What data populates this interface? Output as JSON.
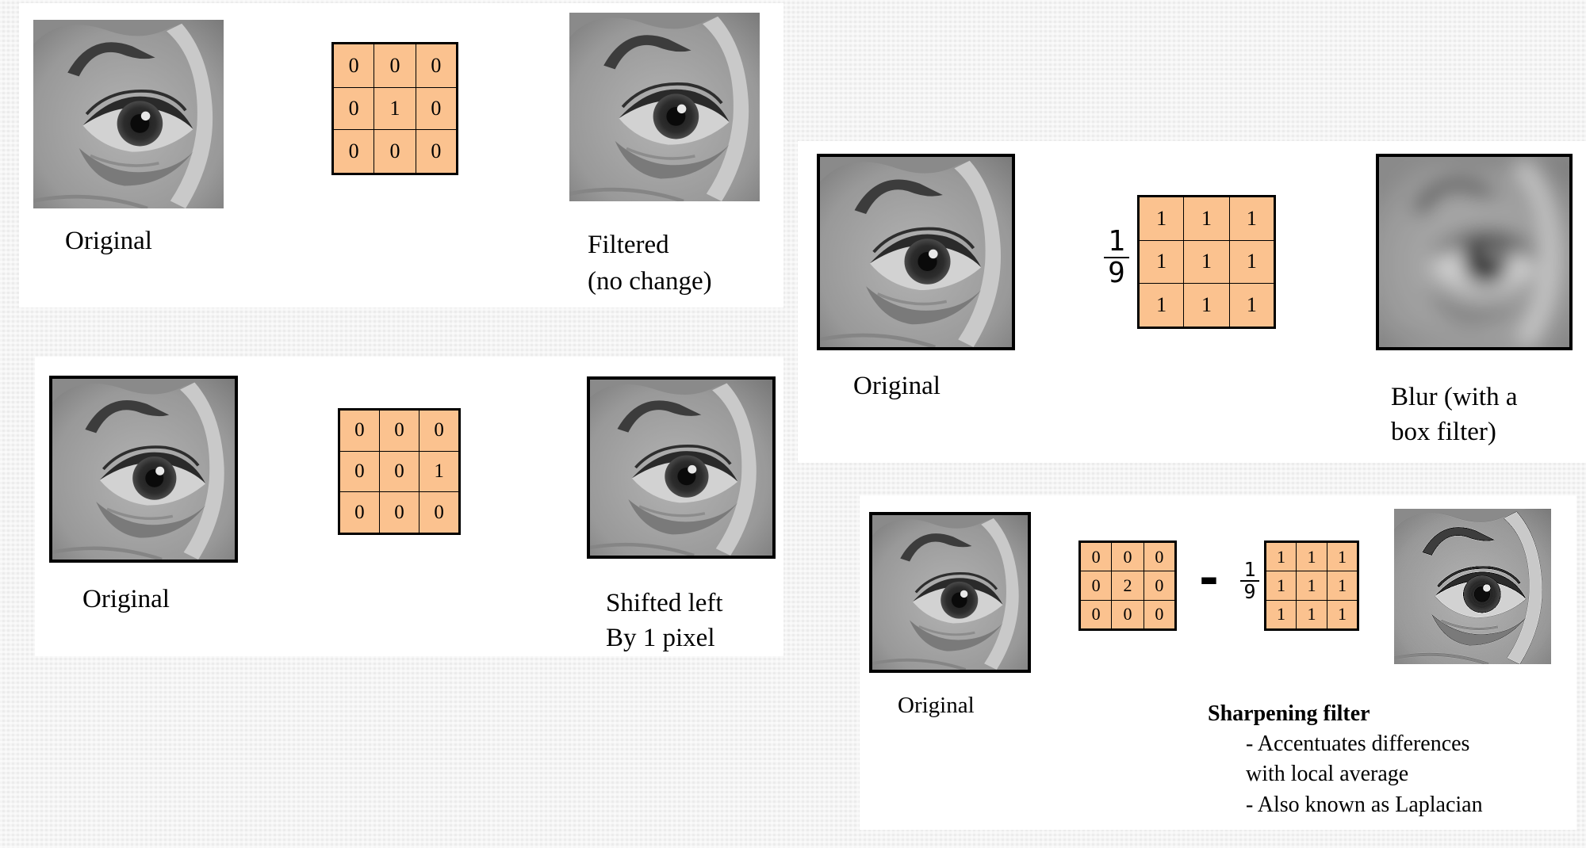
{
  "kernel_color": "#fbc28f",
  "identity": {
    "kernel": [
      [
        "0",
        "0",
        "0"
      ],
      [
        "0",
        "1",
        "0"
      ],
      [
        "0",
        "0",
        "0"
      ]
    ],
    "original_label": "Original",
    "result_label_line1": "Filtered",
    "result_label_line2": "(no change)"
  },
  "shift": {
    "kernel": [
      [
        "0",
        "0",
        "0"
      ],
      [
        "0",
        "0",
        "1"
      ],
      [
        "0",
        "0",
        "0"
      ]
    ],
    "original_label": "Original",
    "result_label_line1": "Shifted left",
    "result_label_line2": "By 1 pixel"
  },
  "blur": {
    "fraction_numerator": "1",
    "fraction_denominator": "9",
    "kernel": [
      [
        "1",
        "1",
        "1"
      ],
      [
        "1",
        "1",
        "1"
      ],
      [
        "1",
        "1",
        "1"
      ]
    ],
    "original_label": "Original",
    "result_label_line1": "Blur (with a",
    "result_label_line2": "box filter)"
  },
  "sharpen": {
    "kernel_a": [
      [
        "0",
        "0",
        "0"
      ],
      [
        "0",
        "2",
        "0"
      ],
      [
        "0",
        "0",
        "0"
      ]
    ],
    "operator": "-",
    "fraction_numerator": "1",
    "fraction_denominator": "9",
    "kernel_b": [
      [
        "1",
        "1",
        "1"
      ],
      [
        "1",
        "1",
        "1"
      ],
      [
        "1",
        "1",
        "1"
      ]
    ],
    "original_label": "Original",
    "title": "Sharpening filter",
    "bullet1": "- Accentuates differences",
    "bullet1_cont": "with local average",
    "bullet2": "- Also known as Laplacian"
  }
}
